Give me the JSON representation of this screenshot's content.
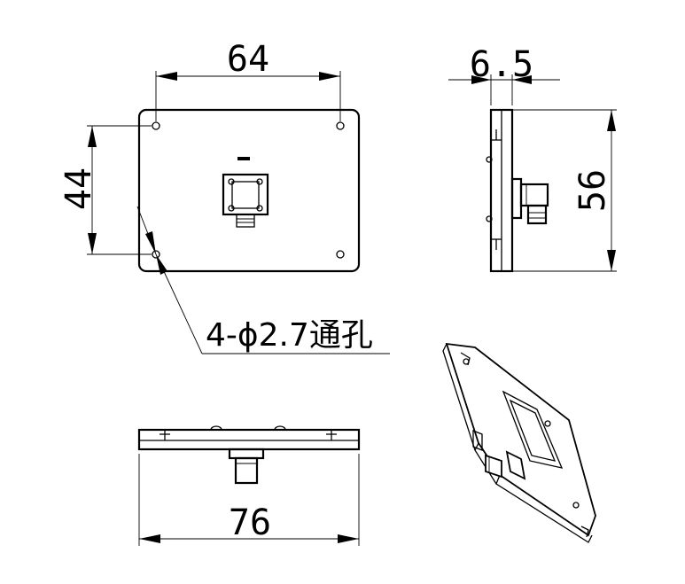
{
  "dimensions": {
    "top_width": "64",
    "left_height": "44",
    "side_thickness": "6.5",
    "side_height": "56",
    "bottom_width": "76"
  },
  "callout": {
    "hole_note": "4-ϕ2.7通孔"
  }
}
